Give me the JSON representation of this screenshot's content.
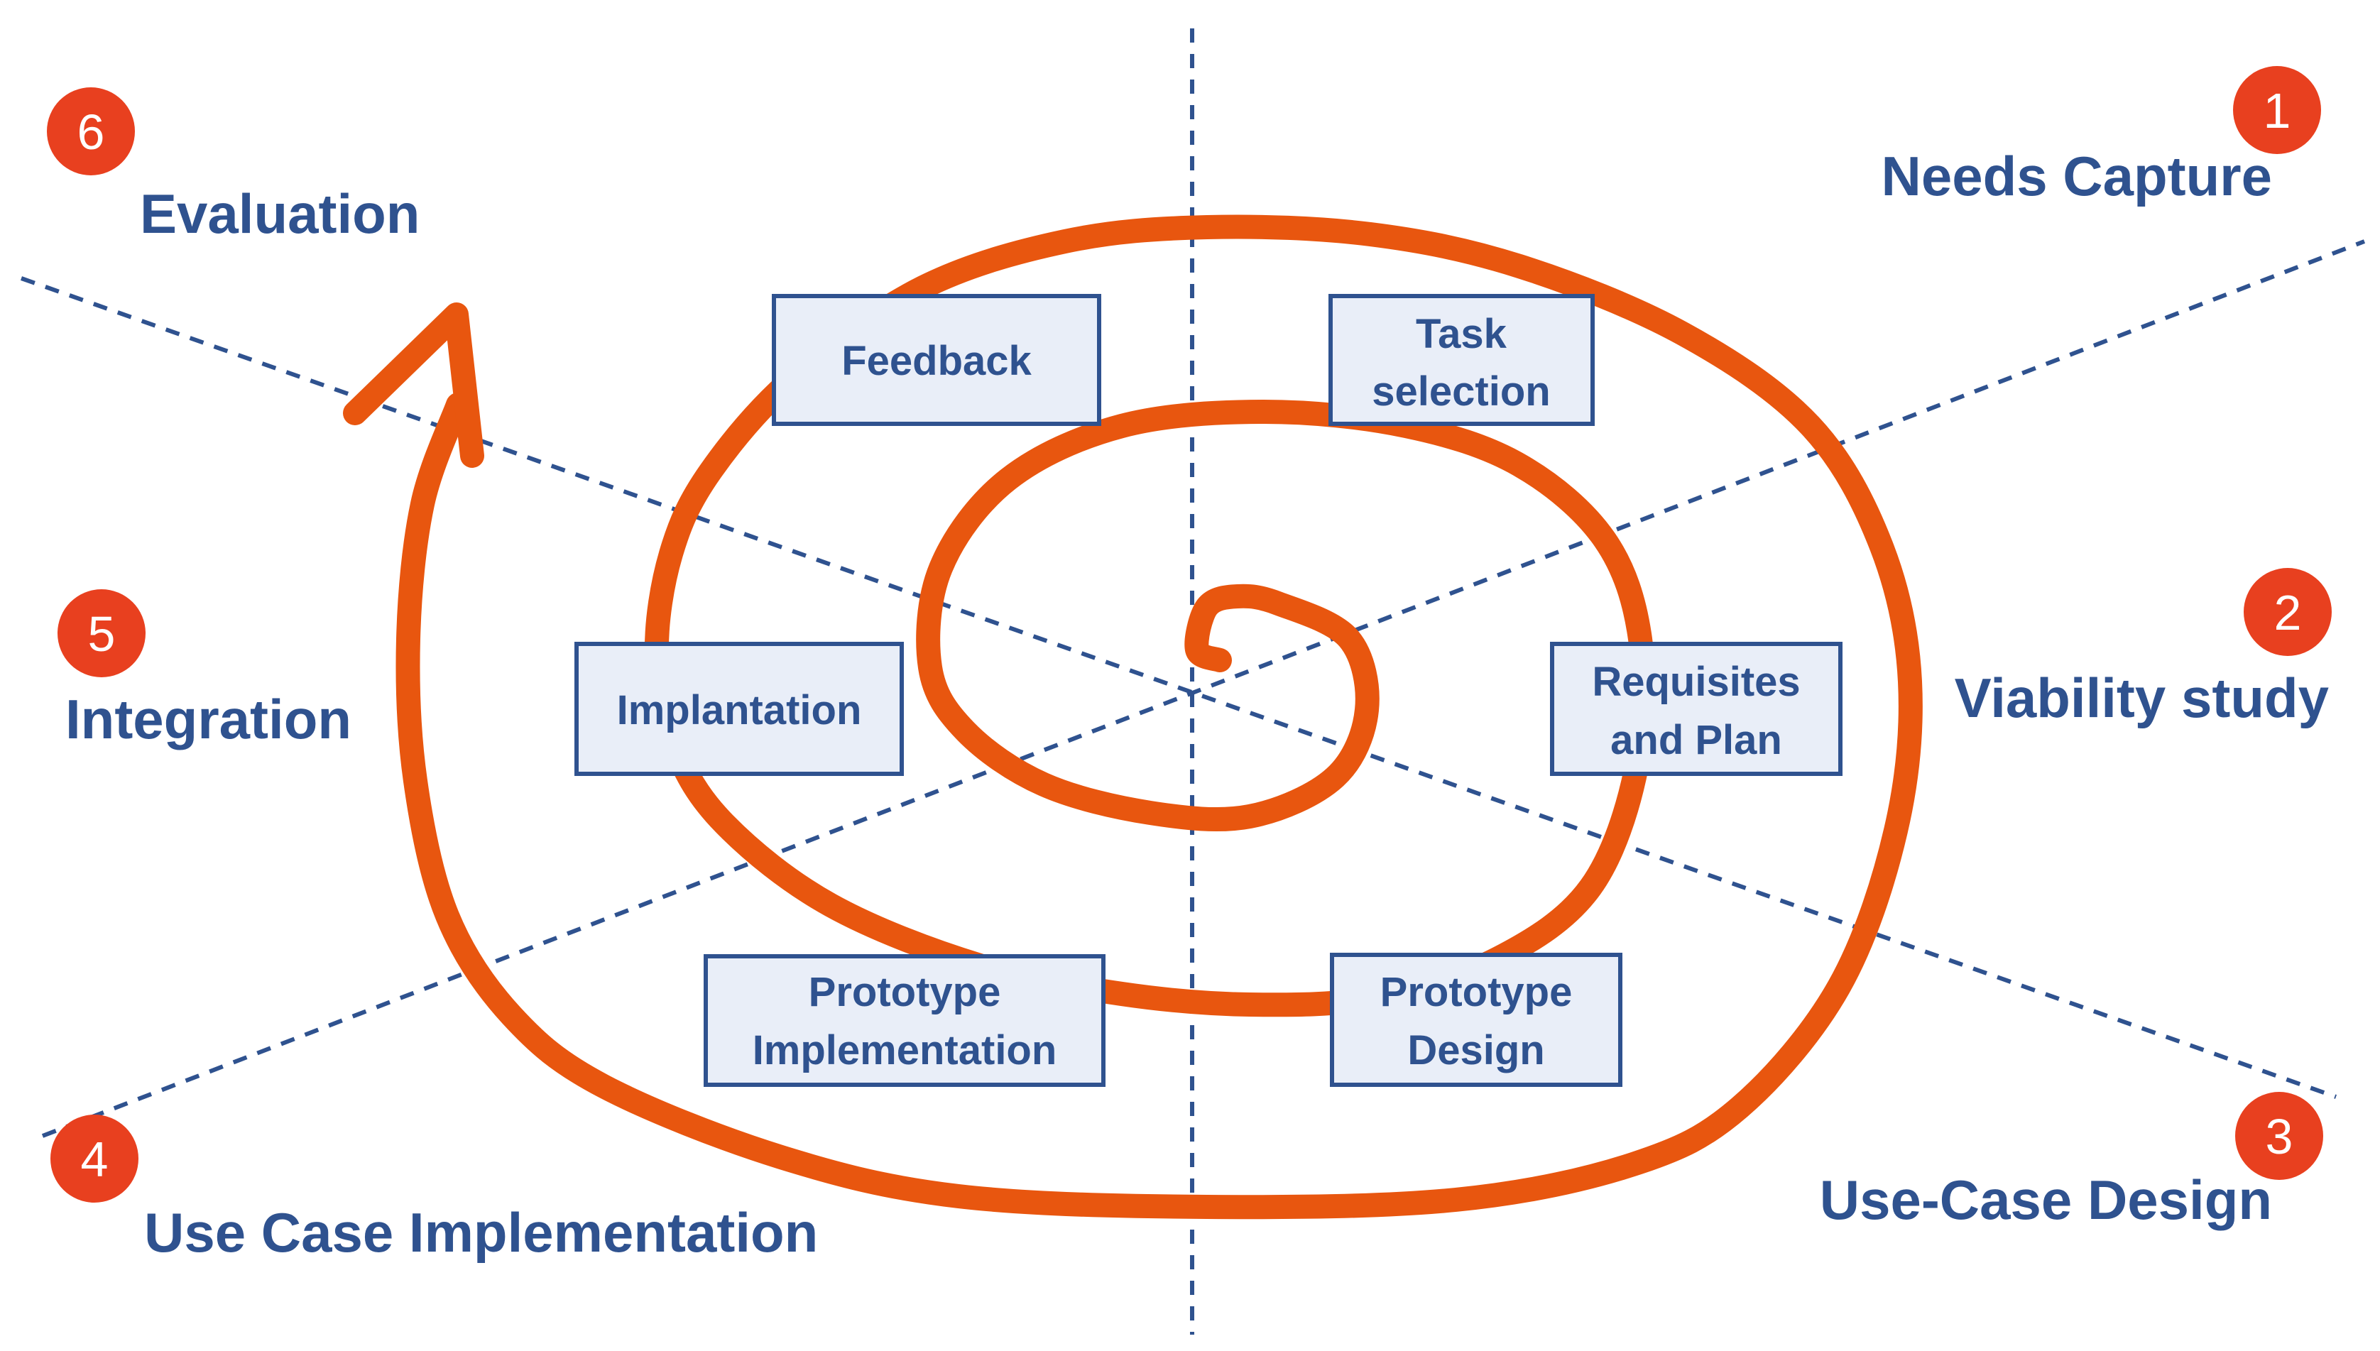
{
  "colors": {
    "spiral": "#e8560f",
    "badge": "#e8401f",
    "text": "#2f528f",
    "box_fill": "#e9eef8",
    "guide_lines": "#2f528f"
  },
  "phases": [
    {
      "number": "1",
      "label": "Needs Capture"
    },
    {
      "number": "2",
      "label": "Viability study"
    },
    {
      "number": "3",
      "label": "Use-Case Design"
    },
    {
      "number": "4",
      "label": "Use Case Implementation"
    },
    {
      "number": "5",
      "label": "Integration"
    },
    {
      "number": "6",
      "label": "Evaluation"
    }
  ],
  "steps": {
    "task_selection": [
      "Task",
      "selection"
    ],
    "requisites_plan": [
      "Requisites",
      "and Plan"
    ],
    "prototype_design": [
      "Prototype",
      "Design"
    ],
    "prototype_implementation": [
      "Prototype",
      "Implementation"
    ],
    "implantation": [
      "Implantation"
    ],
    "feedback": [
      "Feedback"
    ]
  },
  "icons": {
    "spiral": "spiral-arrow-icon"
  }
}
